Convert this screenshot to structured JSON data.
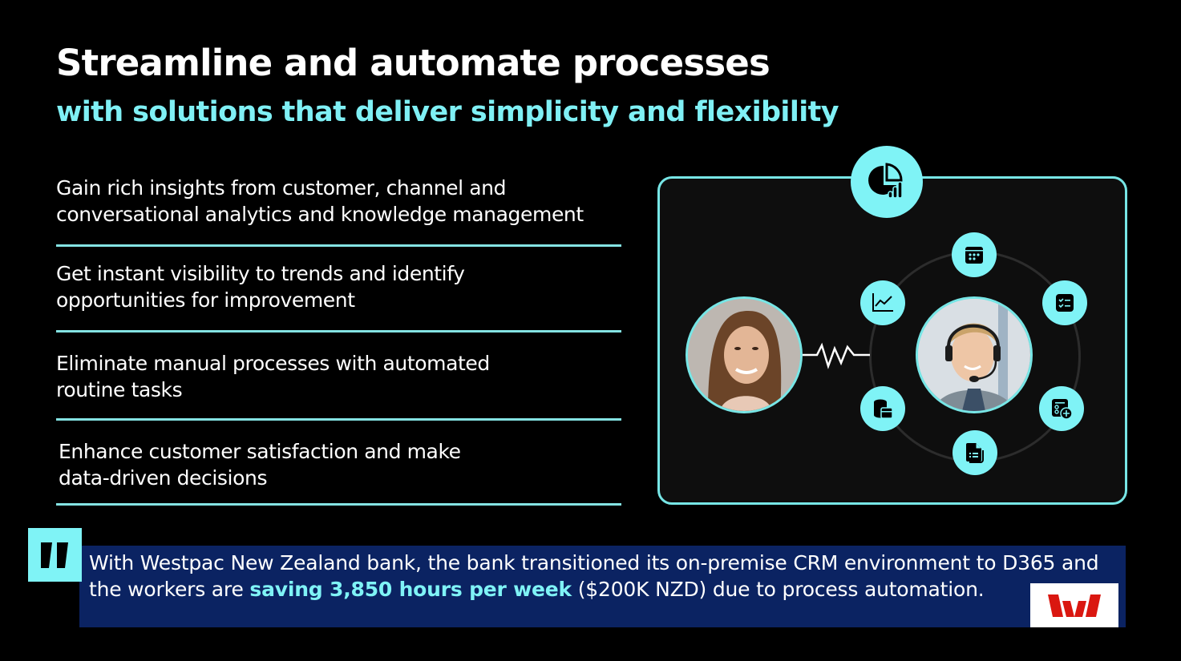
{
  "header": {
    "title": "Streamline and automate processes",
    "subtitle": "with solutions that deliver simplicity and flexibility"
  },
  "bullets": [
    {
      "line1": "Gain rich insights from customer, channel and",
      "line2": "conversational analytics and knowledge management"
    },
    {
      "line1": "Get instant visibility to trends and identify",
      "line2": "opportunities for improvement"
    },
    {
      "line1": "Eliminate manual processes with automated",
      "line2": "routine tasks"
    },
    {
      "line1": "Enhance customer satisfaction and make",
      "line2": "data-driven decisions"
    }
  ],
  "illustration": {
    "top_icon": "pie-chart-analytics-icon",
    "orbit_icons": [
      "calendar-icon",
      "checklist-icon",
      "form-add-icon",
      "document-list-icon",
      "database-table-icon",
      "line-chart-icon"
    ],
    "people": [
      "customer",
      "agent-with-headset"
    ],
    "colors": {
      "accent": "#7ff3f6",
      "border": "#77e6e6",
      "panel_bg": "#0e0e0e"
    }
  },
  "quote": {
    "text_part1": "With Westpac New Zealand bank, the bank transitioned its on-premise CRM environment to D365 and the workers are ",
    "highlight": "saving 3,850 hours per week",
    "text_part2": " ($200K NZD) due to process automation.",
    "logo": "Westpac",
    "colors": {
      "box_bg": "#0b2362",
      "highlight": "#7ff3f6",
      "logo_red": "#da1710"
    }
  }
}
